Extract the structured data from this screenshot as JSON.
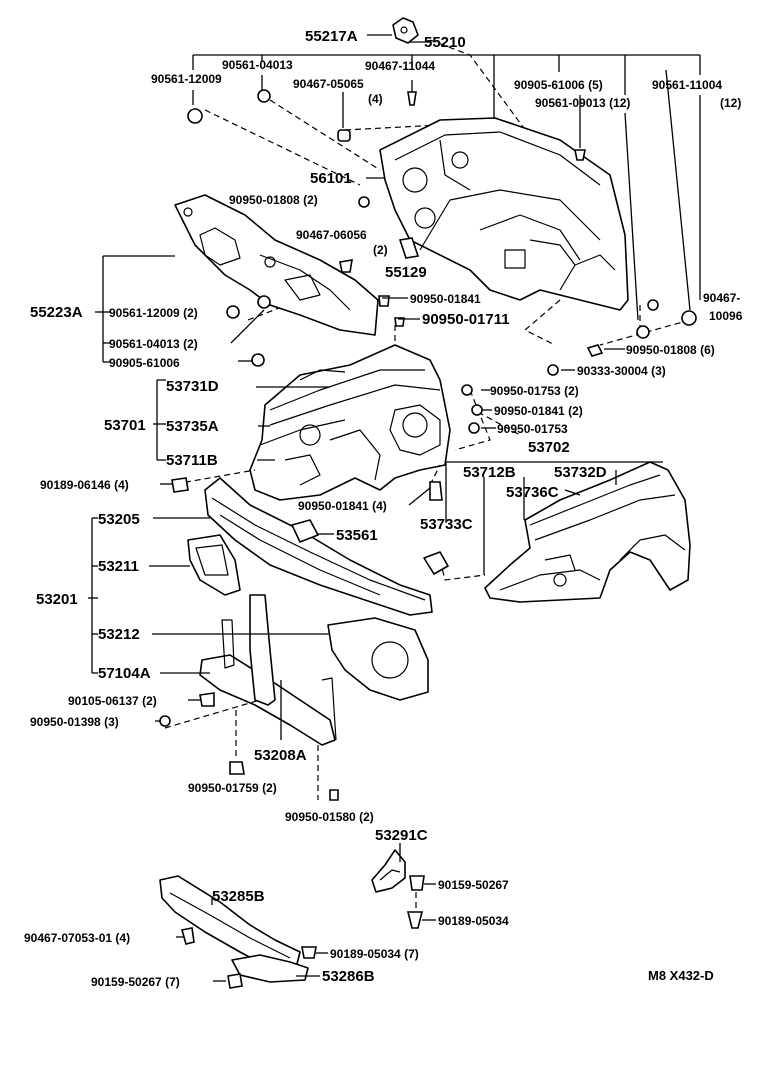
{
  "labels": {
    "p55217A": "55217A",
    "p55210": "55210",
    "p90561_04013_top": "90561-04013",
    "p90561_12009_top": "90561-12009",
    "p90467_11044": "90467-11044",
    "p90467_05065": "90467-05065",
    "p90467_05065_qty": "(4)",
    "p90905_61006_5": "90905-61006 (5)",
    "p90561_11004": "90561-11004",
    "p90561_11004_qty": "(12)",
    "p90561_09013": "90561-09013 (12)",
    "p56101": "56101",
    "p90950_01808_2": "90950-01808 (2)",
    "p90467_06056": "90467-06056",
    "p90467_06056_qty": "(2)",
    "p55129": "55129",
    "p90950_01841_a": "90950-01841",
    "p90950_01711": "90950-01711",
    "p55223A": "55223A",
    "p90561_12009_2": "90561-12009 (2)",
    "p90561_04013_2": "90561-04013 (2)",
    "p90905_61006": "90905-61006",
    "p90467_10096_a": "90467-",
    "p90467_10096_b": "10096",
    "p90950_01808_6": "90950-01808 (6)",
    "p90333_30004": "90333-30004 (3)",
    "p53731D": "53731D",
    "p53701": "53701",
    "p53735A": "53735A",
    "p53711B": "53711B",
    "p90950_01753_2": "90950-01753 (2)",
    "p90950_01841_2": "90950-01841 (2)",
    "p90950_01753": "90950-01753",
    "p53702": "53702",
    "p53712B": "53712B",
    "p53732D": "53732D",
    "p53736C": "53736C",
    "p53733C": "53733C",
    "p90189_06146": "90189-06146 (4)",
    "p90950_01841_4": "90950-01841 (4)",
    "p53205": "53205",
    "p53561": "53561",
    "p53211": "53211",
    "p53201": "53201",
    "p53212": "53212",
    "p57104A": "57104A",
    "p90105_06137": "90105-06137 (2)",
    "p90950_01398": "90950-01398 (3)",
    "p53208A": "53208A",
    "p90950_01759": "90950-01759 (2)",
    "p90950_01580": "90950-01580 (2)",
    "p53291C": "53291C",
    "p90159_50267": "90159-50267",
    "p90189_05034": "90189-05034",
    "p53285B": "53285B",
    "p90467_07053": "90467-07053-01 (4)",
    "p90189_05034_7": "90189-05034 (7)",
    "p90159_50267_7": "90159-50267 (7)",
    "p53286B": "53286B",
    "code": "M8  X432-D"
  }
}
